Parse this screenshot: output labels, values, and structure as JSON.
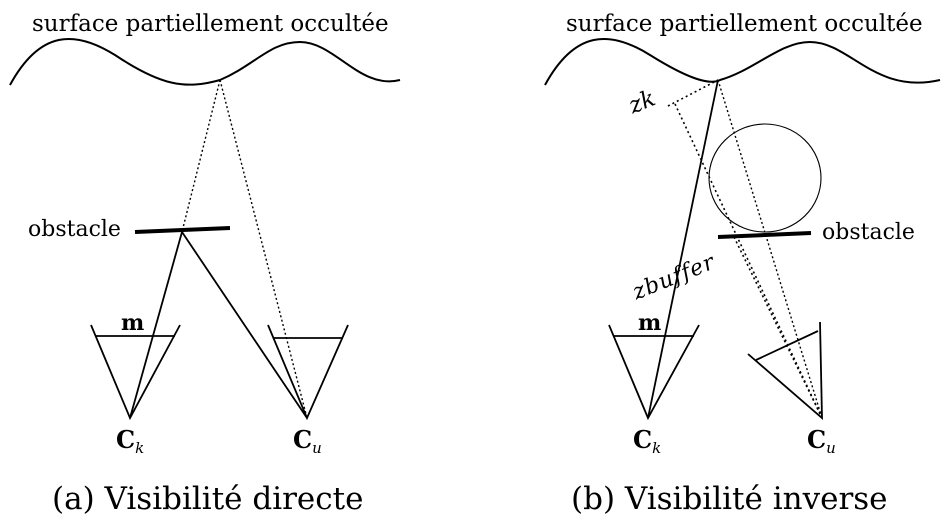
{
  "panel_a": {
    "surface_label": "surface partiellement occultée",
    "obstacle_label": "obstacle",
    "point_label": "m",
    "camera_k": {
      "symbol": "C",
      "subscript": "k"
    },
    "camera_u": {
      "symbol": "C",
      "subscript": "u"
    },
    "caption": "(a) Visibilité directe"
  },
  "panel_b": {
    "surface_label": "surface partiellement occultée",
    "obstacle_label": "obstacle",
    "point_label": "m",
    "zk_label": "zk",
    "zbuffer_label": "zbuffer",
    "camera_k": {
      "symbol": "C",
      "subscript": "k"
    },
    "camera_u": {
      "symbol": "C",
      "subscript": "u"
    },
    "caption": "(b) Visibilité inverse"
  }
}
